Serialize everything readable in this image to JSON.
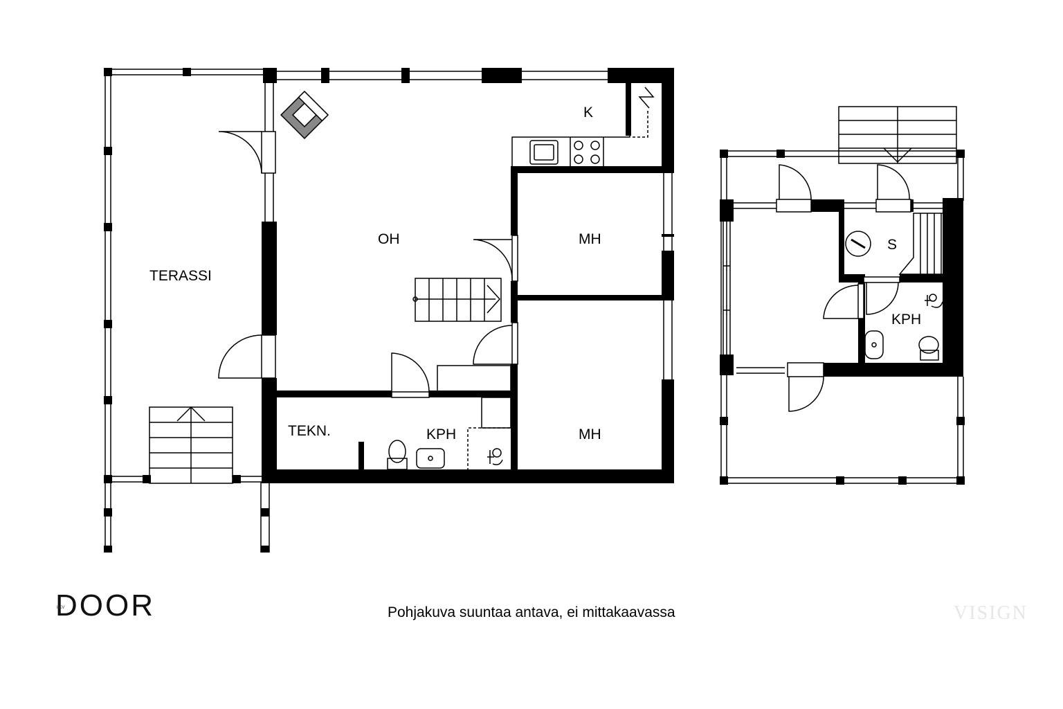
{
  "rooms": {
    "terassi": "TERASSI",
    "oh": "OH",
    "k": "K",
    "mh1": "MH",
    "mh2": "MH",
    "tekn": "TEKN.",
    "kph1": "KPH",
    "s": "S",
    "kph2": "KPH"
  },
  "caption": "Pohjakuva suuntaa antava, ei mittakaavassa",
  "brand": {
    "name": "DOOR",
    "tag": "LKV"
  },
  "watermark": "VISIGN",
  "colors": {
    "wall": "#000000",
    "background": "#ffffff",
    "watermark": "#e6e6e6"
  }
}
